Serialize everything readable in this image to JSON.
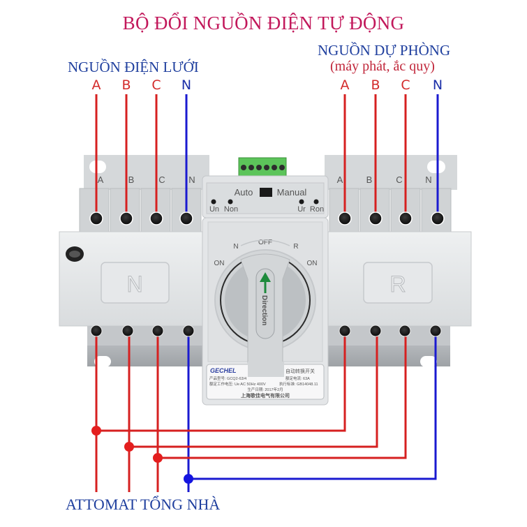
{
  "title": "BỘ ĐỔI NGUỒN ĐIỆN TỰ ĐỘNG",
  "mains_source": {
    "label": "NGUỒN ĐIỆN LƯỚI",
    "phases": [
      "A",
      "B",
      "C",
      "N"
    ]
  },
  "backup_source": {
    "label": "NGUỒN DỰ PHÒNG",
    "sublabel": "(máy phát, ắc quy)",
    "phases": [
      "A",
      "B",
      "C",
      "N"
    ]
  },
  "output_label": "ATTOMAT TỔNG NHÀ",
  "device": {
    "left_terminal_labels": [
      "A",
      "B",
      "C",
      "N"
    ],
    "right_terminal_labels": [
      "A",
      "B",
      "C",
      "N"
    ],
    "mode_auto": "Auto",
    "mode_manual": "Manual",
    "left_indicators": [
      "Un",
      "Non"
    ],
    "right_indicators": [
      "Ur",
      "Ron"
    ],
    "left_module_letter": "N",
    "right_module_letter": "R",
    "dial_off": "OFF",
    "dial_on_left": "ON",
    "dial_on_right": "ON",
    "dial_n": "N",
    "dial_r": "R",
    "handle_text": "Direction",
    "brand": "GECHEL",
    "nameplate_line1_left": "产品型号: GCQ2-63/4",
    "nameplate_line1_right": "自动转换开关",
    "nameplate_line2_left": "额定工作电压: Ue AC 50Hz 400V",
    "nameplate_line2_right": "额定电流: 63A",
    "nameplate_line3_right": "执行标准: GB14048.11",
    "nameplate_date": "生产日期: 2017年2月",
    "nameplate_company": "上海歌佳电气有限公司"
  },
  "colors": {
    "title": "#c2185b",
    "label_blue": "#1f3f9e",
    "phase_wire": "#d62020",
    "neutral_wire": "#1a1ad0",
    "device_body": "#e3e5e7",
    "terminal_block": "#5cc45a"
  }
}
